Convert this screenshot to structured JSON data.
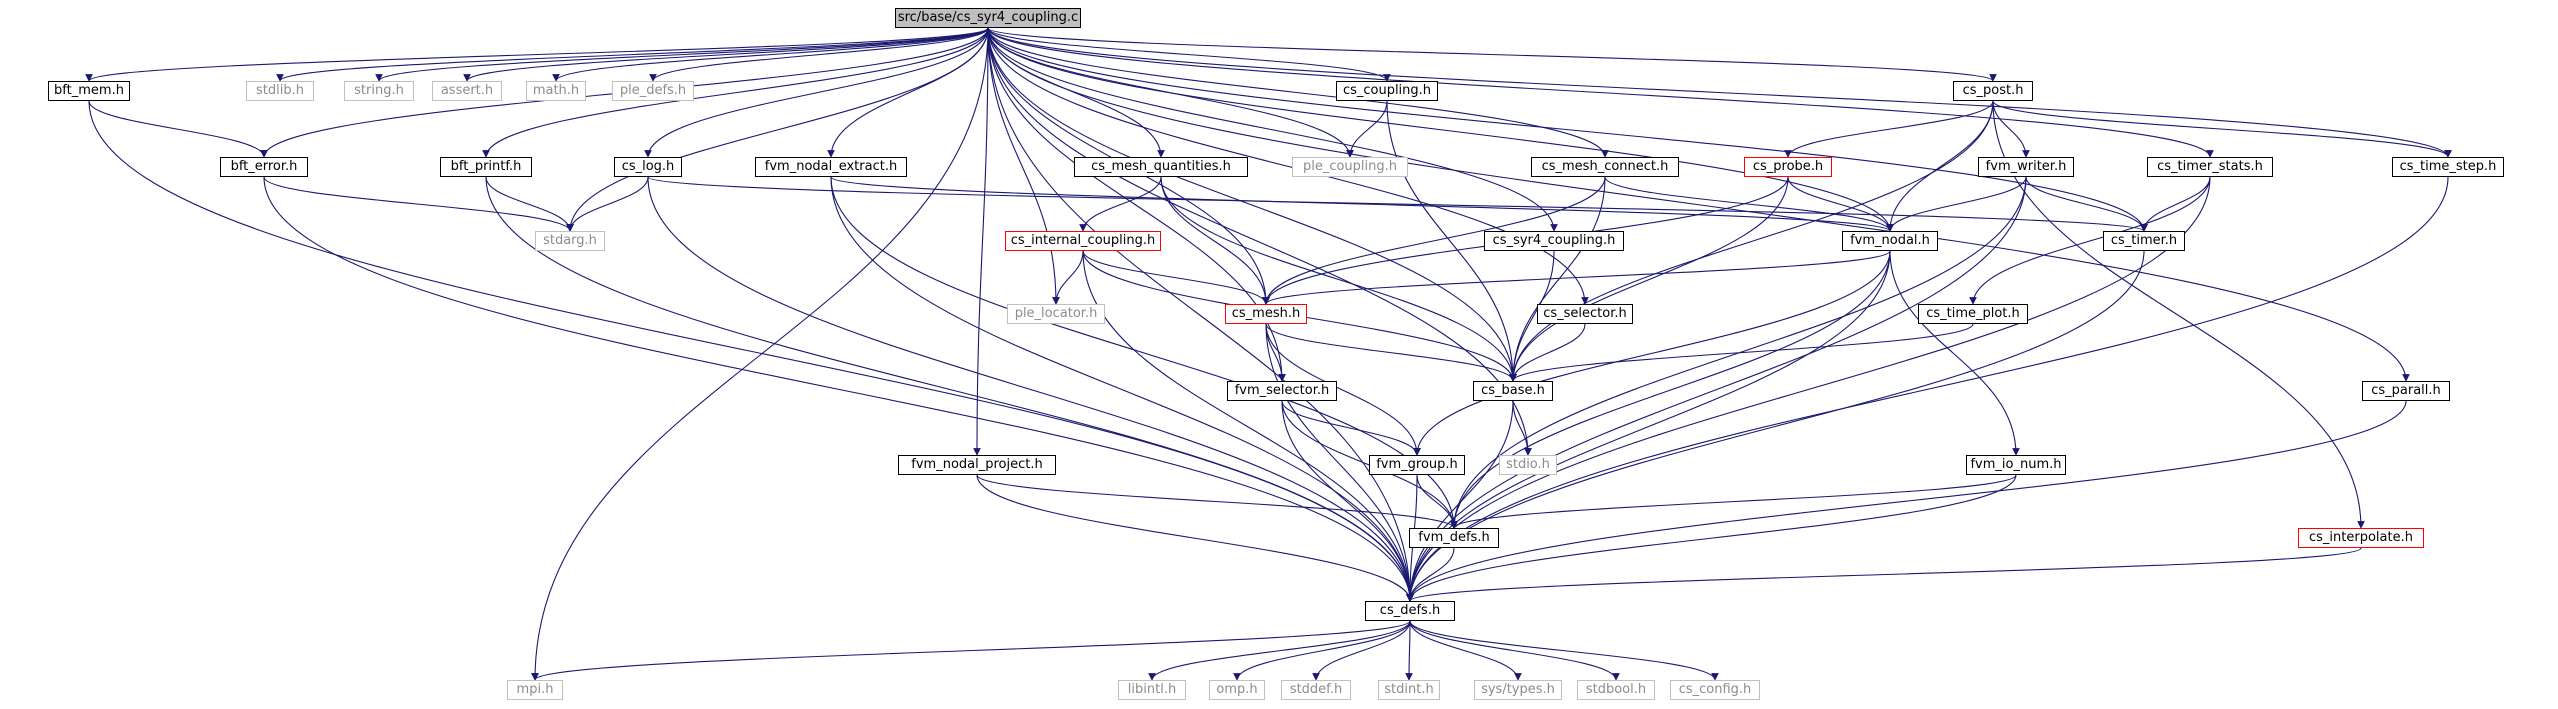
{
  "diagram": {
    "colors": {
      "edge": "#191970",
      "root_fill": "#bfbfbf",
      "node_border": "#000000",
      "system_header_border": "#bfbfbf",
      "system_header_text": "#8c8c8c",
      "incomplete_border": "#ff0000"
    },
    "nodes": [
      {
        "id": "root",
        "label": "src/base/cs_syr4_coupling.c",
        "kind": "root"
      },
      {
        "id": "bft_mem",
        "label": "bft_mem.h",
        "kind": "header"
      },
      {
        "id": "stdlib",
        "label": "stdlib.h",
        "kind": "system"
      },
      {
        "id": "string",
        "label": "string.h",
        "kind": "system"
      },
      {
        "id": "assert",
        "label": "assert.h",
        "kind": "system"
      },
      {
        "id": "math",
        "label": "math.h",
        "kind": "system"
      },
      {
        "id": "ple_defs",
        "label": "ple_defs.h",
        "kind": "system"
      },
      {
        "id": "cs_coupling",
        "label": "cs_coupling.h",
        "kind": "header"
      },
      {
        "id": "cs_post",
        "label": "cs_post.h",
        "kind": "header"
      },
      {
        "id": "bft_error",
        "label": "bft_error.h",
        "kind": "header"
      },
      {
        "id": "bft_printf",
        "label": "bft_printf.h",
        "kind": "header"
      },
      {
        "id": "cs_log",
        "label": "cs_log.h",
        "kind": "header"
      },
      {
        "id": "fvm_nodal_extract",
        "label": "fvm_nodal_extract.h",
        "kind": "header"
      },
      {
        "id": "cs_mesh_quantities",
        "label": "cs_mesh_quantities.h",
        "kind": "header"
      },
      {
        "id": "ple_coupling",
        "label": "ple_coupling.h",
        "kind": "system"
      },
      {
        "id": "cs_mesh_connect",
        "label": "cs_mesh_connect.h",
        "kind": "header"
      },
      {
        "id": "cs_probe",
        "label": "cs_probe.h",
        "kind": "incomplete"
      },
      {
        "id": "fvm_writer",
        "label": "fvm_writer.h",
        "kind": "header"
      },
      {
        "id": "cs_timer_stats",
        "label": "cs_timer_stats.h",
        "kind": "header"
      },
      {
        "id": "cs_time_step",
        "label": "cs_time_step.h",
        "kind": "header"
      },
      {
        "id": "stdarg",
        "label": "stdarg.h",
        "kind": "system"
      },
      {
        "id": "cs_internal_coupling",
        "label": "cs_internal_coupling.h",
        "kind": "incomplete"
      },
      {
        "id": "cs_syr4_coupling_h",
        "label": "cs_syr4_coupling.h",
        "kind": "header"
      },
      {
        "id": "fvm_nodal",
        "label": "fvm_nodal.h",
        "kind": "header"
      },
      {
        "id": "cs_timer",
        "label": "cs_timer.h",
        "kind": "header"
      },
      {
        "id": "ple_locator",
        "label": "ple_locator.h",
        "kind": "system"
      },
      {
        "id": "cs_mesh",
        "label": "cs_mesh.h",
        "kind": "incomplete"
      },
      {
        "id": "cs_selector",
        "label": "cs_selector.h",
        "kind": "header"
      },
      {
        "id": "cs_time_plot",
        "label": "cs_time_plot.h",
        "kind": "header"
      },
      {
        "id": "fvm_selector",
        "label": "fvm_selector.h",
        "kind": "header"
      },
      {
        "id": "cs_base",
        "label": "cs_base.h",
        "kind": "header"
      },
      {
        "id": "cs_parall",
        "label": "cs_parall.h",
        "kind": "header"
      },
      {
        "id": "fvm_nodal_project",
        "label": "fvm_nodal_project.h",
        "kind": "header"
      },
      {
        "id": "fvm_group",
        "label": "fvm_group.h",
        "kind": "header"
      },
      {
        "id": "stdio",
        "label": "stdio.h",
        "kind": "system"
      },
      {
        "id": "fvm_io_num",
        "label": "fvm_io_num.h",
        "kind": "header"
      },
      {
        "id": "fvm_defs",
        "label": "fvm_defs.h",
        "kind": "header"
      },
      {
        "id": "cs_interpolate",
        "label": "cs_interpolate.h",
        "kind": "incomplete"
      },
      {
        "id": "cs_defs",
        "label": "cs_defs.h",
        "kind": "header"
      },
      {
        "id": "mpi",
        "label": "mpi.h",
        "kind": "system"
      },
      {
        "id": "libintl",
        "label": "libintl.h",
        "kind": "system"
      },
      {
        "id": "omp",
        "label": "omp.h",
        "kind": "system"
      },
      {
        "id": "stddef",
        "label": "stddef.h",
        "kind": "system"
      },
      {
        "id": "stdint",
        "label": "stdint.h",
        "kind": "system"
      },
      {
        "id": "sys_types",
        "label": "sys/types.h",
        "kind": "system"
      },
      {
        "id": "stdbool",
        "label": "stdbool.h",
        "kind": "system"
      },
      {
        "id": "cs_config",
        "label": "cs_config.h",
        "kind": "system"
      }
    ],
    "edges": [
      [
        "root",
        "bft_mem"
      ],
      [
        "root",
        "stdlib"
      ],
      [
        "root",
        "string"
      ],
      [
        "root",
        "assert"
      ],
      [
        "root",
        "math"
      ],
      [
        "root",
        "ple_defs"
      ],
      [
        "root",
        "cs_coupling"
      ],
      [
        "root",
        "cs_post"
      ],
      [
        "root",
        "bft_error"
      ],
      [
        "root",
        "bft_printf"
      ],
      [
        "root",
        "cs_log"
      ],
      [
        "root",
        "fvm_nodal_extract"
      ],
      [
        "root",
        "cs_mesh_quantities"
      ],
      [
        "root",
        "ple_coupling"
      ],
      [
        "root",
        "cs_mesh_connect"
      ],
      [
        "root",
        "cs_timer_stats"
      ],
      [
        "root",
        "cs_time_step"
      ],
      [
        "root",
        "stdarg"
      ],
      [
        "root",
        "cs_syr4_coupling_h"
      ],
      [
        "root",
        "fvm_nodal"
      ],
      [
        "root",
        "cs_timer"
      ],
      [
        "root",
        "ple_locator"
      ],
      [
        "root",
        "cs_mesh"
      ],
      [
        "root",
        "cs_selector"
      ],
      [
        "root",
        "fvm_selector"
      ],
      [
        "root",
        "cs_base"
      ],
      [
        "root",
        "cs_parall"
      ],
      [
        "root",
        "fvm_nodal_project"
      ],
      [
        "root",
        "stdio"
      ],
      [
        "root",
        "cs_defs"
      ],
      [
        "root",
        "mpi"
      ],
      [
        "bft_mem",
        "bft_error"
      ],
      [
        "bft_mem",
        "cs_defs"
      ],
      [
        "bft_error",
        "stdarg"
      ],
      [
        "bft_error",
        "cs_defs"
      ],
      [
        "bft_printf",
        "stdarg"
      ],
      [
        "bft_printf",
        "cs_defs"
      ],
      [
        "cs_log",
        "stdarg"
      ],
      [
        "cs_log",
        "cs_defs"
      ],
      [
        "cs_log",
        "cs_timer"
      ],
      [
        "fvm_nodal_extract",
        "fvm_nodal"
      ],
      [
        "fvm_nodal_extract",
        "fvm_defs"
      ],
      [
        "fvm_nodal_extract",
        "cs_defs"
      ],
      [
        "cs_mesh_quantities",
        "cs_internal_coupling"
      ],
      [
        "cs_mesh_quantities",
        "cs_mesh"
      ],
      [
        "cs_mesh_quantities",
        "cs_base"
      ],
      [
        "cs_coupling",
        "ple_coupling"
      ],
      [
        "cs_coupling",
        "cs_base"
      ],
      [
        "cs_mesh_connect",
        "cs_mesh"
      ],
      [
        "cs_mesh_connect",
        "cs_base"
      ],
      [
        "cs_mesh_connect",
        "fvm_nodal"
      ],
      [
        "cs_post",
        "cs_probe"
      ],
      [
        "cs_post",
        "fvm_writer"
      ],
      [
        "cs_post",
        "fvm_nodal"
      ],
      [
        "cs_post",
        "cs_base"
      ],
      [
        "cs_post",
        "cs_time_step"
      ],
      [
        "cs_post",
        "cs_interpolate"
      ],
      [
        "cs_probe",
        "fvm_nodal"
      ],
      [
        "cs_probe",
        "cs_mesh"
      ],
      [
        "cs_probe",
        "cs_base"
      ],
      [
        "fvm_writer",
        "fvm_nodal"
      ],
      [
        "fvm_writer",
        "cs_timer"
      ],
      [
        "fvm_writer",
        "fvm_defs"
      ],
      [
        "fvm_writer",
        "cs_defs"
      ],
      [
        "cs_timer_stats",
        "cs_timer"
      ],
      [
        "cs_timer_stats",
        "cs_time_plot"
      ],
      [
        "cs_timer_stats",
        "cs_defs"
      ],
      [
        "cs_time_step",
        "cs_defs"
      ],
      [
        "cs_internal_coupling",
        "ple_locator"
      ],
      [
        "cs_internal_coupling",
        "cs_mesh"
      ],
      [
        "cs_internal_coupling",
        "cs_defs"
      ],
      [
        "cs_internal_coupling",
        "cs_base"
      ],
      [
        "cs_syr4_coupling_h",
        "cs_base"
      ],
      [
        "fvm_nodal",
        "cs_mesh"
      ],
      [
        "fvm_nodal",
        "fvm_group"
      ],
      [
        "fvm_nodal",
        "fvm_io_num"
      ],
      [
        "fvm_nodal",
        "fvm_defs"
      ],
      [
        "fvm_nodal",
        "cs_defs"
      ],
      [
        "cs_timer",
        "cs_defs"
      ],
      [
        "cs_mesh",
        "cs_base"
      ],
      [
        "cs_mesh",
        "fvm_selector"
      ],
      [
        "cs_mesh",
        "fvm_group"
      ],
      [
        "cs_mesh",
        "cs_defs"
      ],
      [
        "cs_selector",
        "cs_base"
      ],
      [
        "cs_time_plot",
        "cs_base"
      ],
      [
        "fvm_selector",
        "fvm_group"
      ],
      [
        "fvm_selector",
        "fvm_defs"
      ],
      [
        "fvm_selector",
        "cs_defs"
      ],
      [
        "cs_base",
        "stdio"
      ],
      [
        "cs_base",
        "cs_defs"
      ],
      [
        "cs_parall",
        "cs_defs"
      ],
      [
        "fvm_nodal_project",
        "fvm_defs"
      ],
      [
        "fvm_nodal_project",
        "cs_defs"
      ],
      [
        "fvm_group",
        "fvm_defs"
      ],
      [
        "fvm_group",
        "cs_defs"
      ],
      [
        "fvm_io_num",
        "fvm_defs"
      ],
      [
        "fvm_io_num",
        "cs_defs"
      ],
      [
        "fvm_defs",
        "cs_defs"
      ],
      [
        "cs_interpolate",
        "cs_defs"
      ],
      [
        "cs_defs",
        "mpi"
      ],
      [
        "cs_defs",
        "libintl"
      ],
      [
        "cs_defs",
        "omp"
      ],
      [
        "cs_defs",
        "stddef"
      ],
      [
        "cs_defs",
        "stdint"
      ],
      [
        "cs_defs",
        "sys_types"
      ],
      [
        "cs_defs",
        "stdbool"
      ],
      [
        "cs_defs",
        "cs_config"
      ]
    ]
  }
}
